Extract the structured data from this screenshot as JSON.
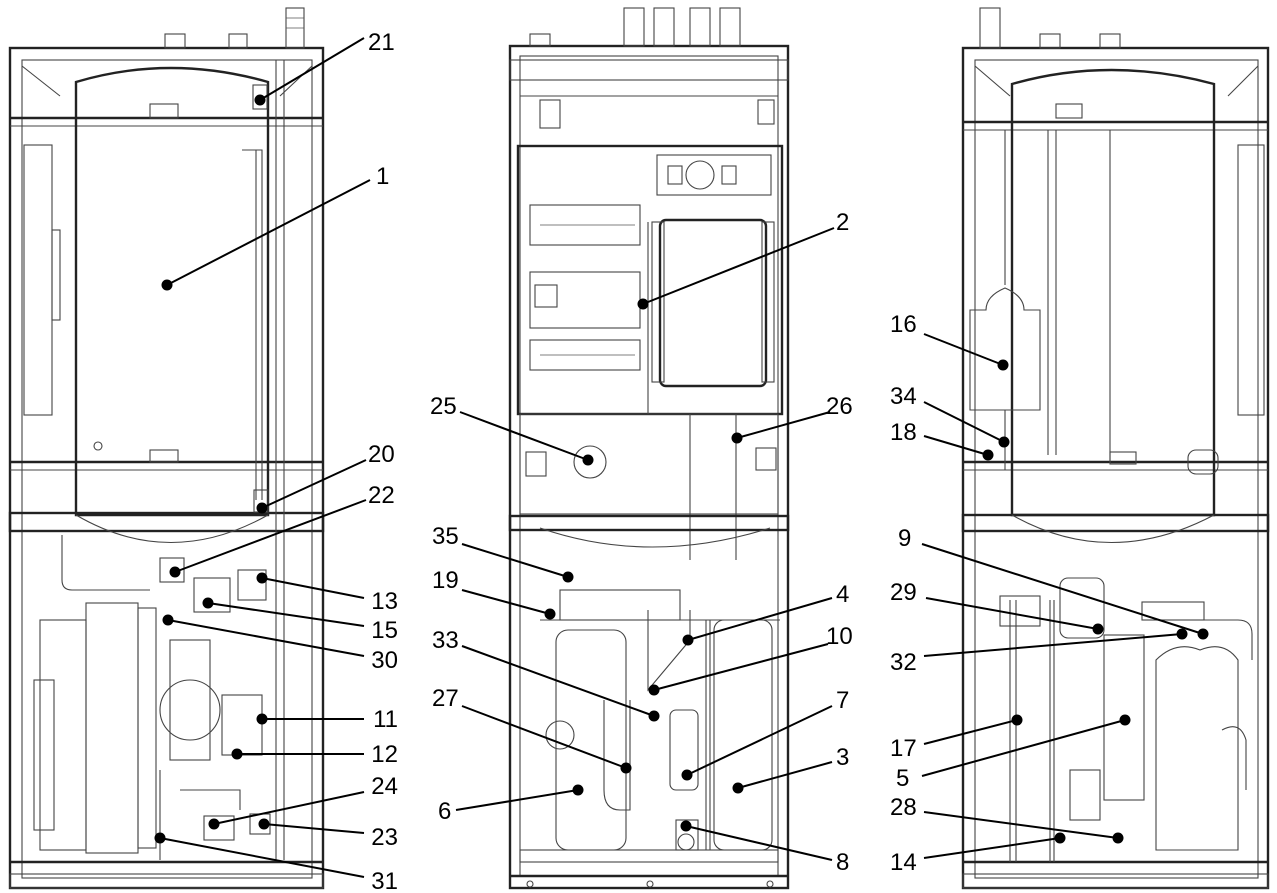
{
  "callouts": [
    {
      "id": "1",
      "text": "1"
    },
    {
      "id": "2",
      "text": "2"
    },
    {
      "id": "3",
      "text": "3"
    },
    {
      "id": "4",
      "text": "4"
    },
    {
      "id": "5",
      "text": "5"
    },
    {
      "id": "6",
      "text": "6"
    },
    {
      "id": "7",
      "text": "7"
    },
    {
      "id": "8",
      "text": "8"
    },
    {
      "id": "9",
      "text": "9"
    },
    {
      "id": "10",
      "text": "10"
    },
    {
      "id": "11",
      "text": "11"
    },
    {
      "id": "12",
      "text": "12"
    },
    {
      "id": "13",
      "text": "13"
    },
    {
      "id": "14",
      "text": "14"
    },
    {
      "id": "15",
      "text": "15"
    },
    {
      "id": "16",
      "text": "16"
    },
    {
      "id": "17",
      "text": "17"
    },
    {
      "id": "18",
      "text": "18"
    },
    {
      "id": "19",
      "text": "19"
    },
    {
      "id": "20",
      "text": "20"
    },
    {
      "id": "21",
      "text": "21"
    },
    {
      "id": "22",
      "text": "22"
    },
    {
      "id": "23",
      "text": "23"
    },
    {
      "id": "24",
      "text": "24"
    },
    {
      "id": "25",
      "text": "25"
    },
    {
      "id": "26",
      "text": "26"
    },
    {
      "id": "27",
      "text": "27"
    },
    {
      "id": "28",
      "text": "28"
    },
    {
      "id": "29",
      "text": "29"
    },
    {
      "id": "30",
      "text": "30"
    },
    {
      "id": "31",
      "text": "31"
    },
    {
      "id": "32",
      "text": "32"
    },
    {
      "id": "33",
      "text": "33"
    },
    {
      "id": "34",
      "text": "34"
    },
    {
      "id": "35",
      "text": "35"
    }
  ]
}
